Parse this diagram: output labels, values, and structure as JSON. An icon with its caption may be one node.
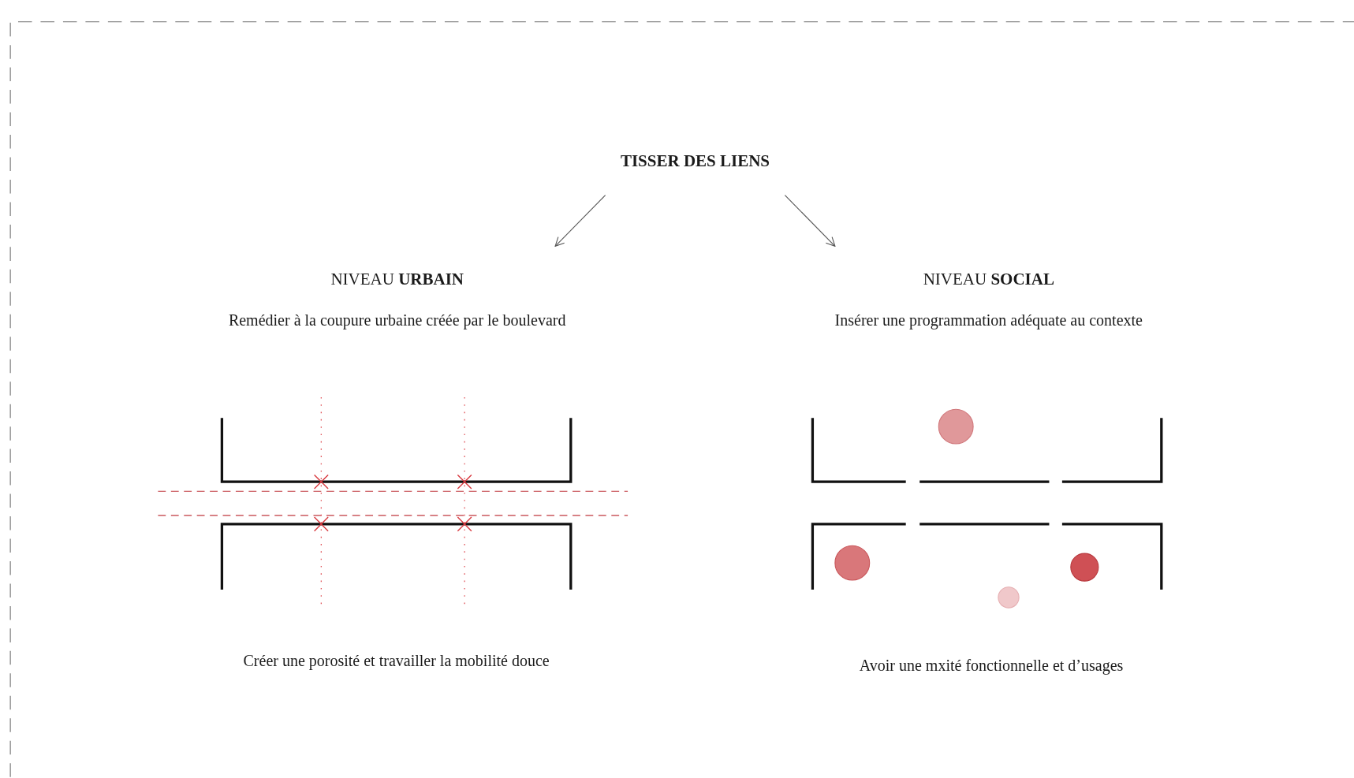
{
  "diagram": {
    "nodes": [
      {
        "text": [
          "TISSER DES LIENS"
        ]
      },
      {
        "text": [
          "NIVEAU **URBAIN**",
          "Remédier à la coupure urbaine créée par le boulevard"
        ]
      },
      {
        "text": [
          "NIVEAU **SOCIAL**",
          "Insérer une programmation adéquate au contexte"
        ]
      }
    ],
    "edges": [
      {
        "from": 0,
        "to": 1,
        "arrow": "to"
      },
      {
        "from": 0,
        "to": 2,
        "arrow": "to"
      }
    ],
    "labels": [
      "Créer une porosité et travailler la mobilité douce",
      "Avoir une mxité fonctionnelle et d’usages"
    ]
  }
}
